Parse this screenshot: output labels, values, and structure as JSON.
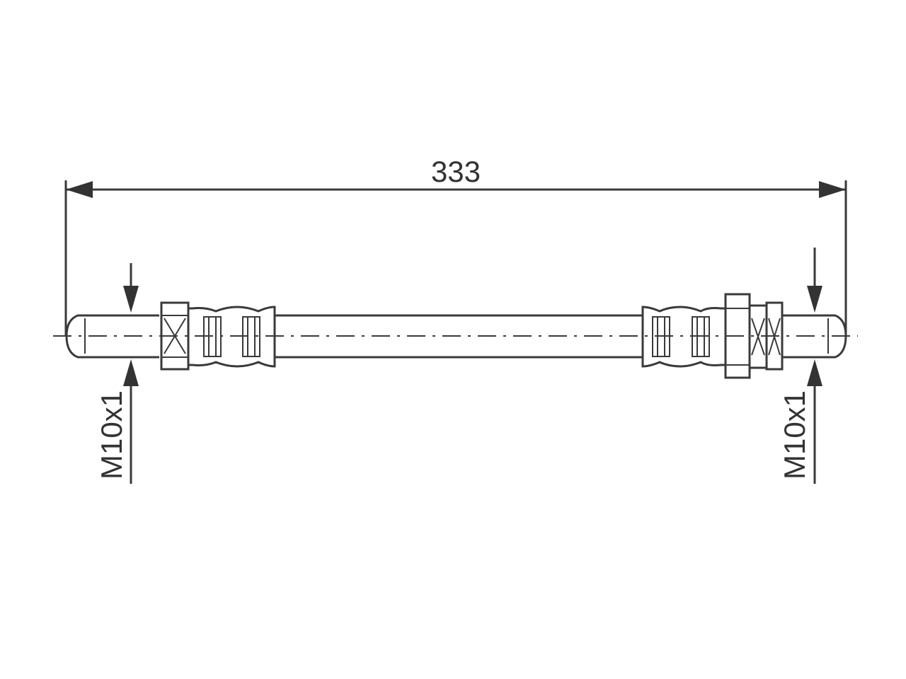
{
  "drawing": {
    "overall_length": "333",
    "left_thread": "M10x1",
    "right_thread": "M10x1",
    "line_color": "#3a3a3a",
    "text_color": "#333333"
  }
}
